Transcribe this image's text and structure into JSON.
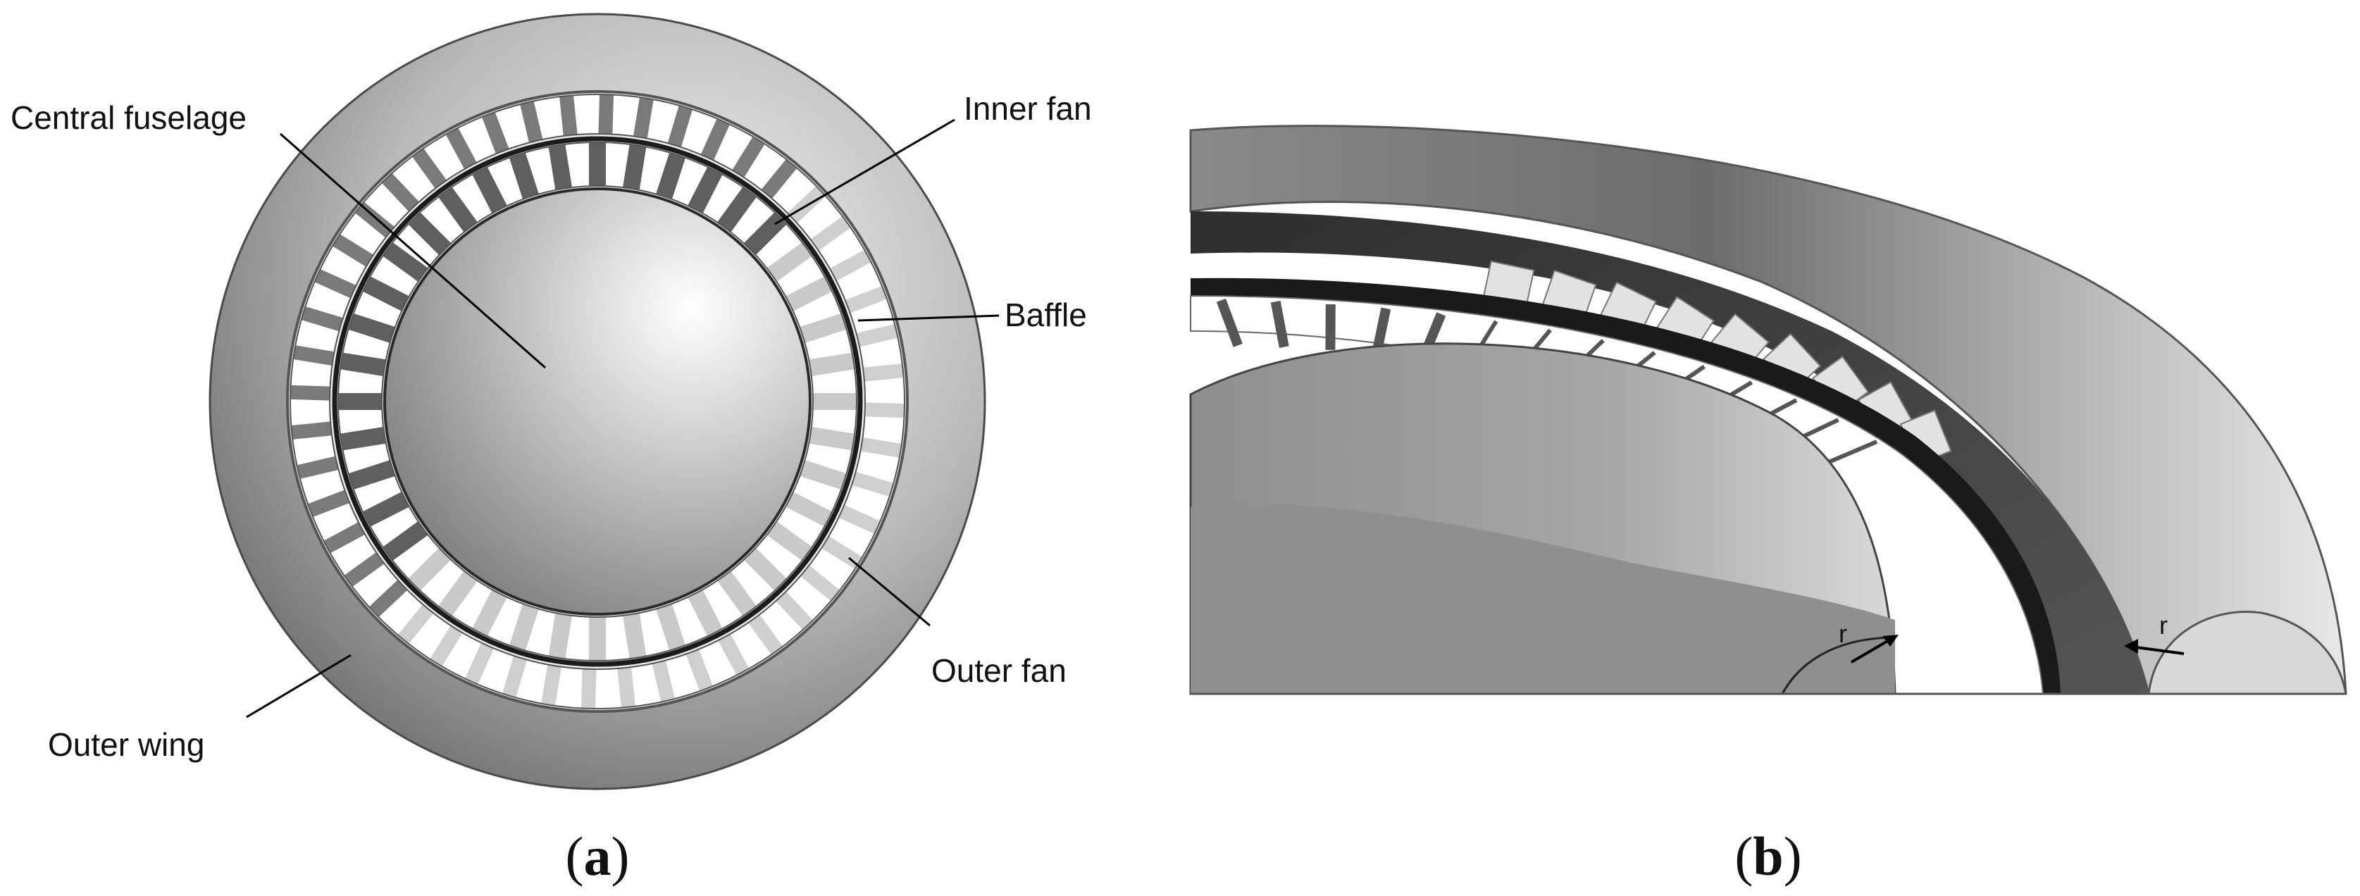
{
  "panel_a": {
    "labels": {
      "central_fuselage": "Central fuselage",
      "inner_fan": "Inner fan",
      "baffle": "Baffle",
      "outer_fan": "Outer fan",
      "outer_wing": "Outer wing"
    },
    "caption": {
      "open": "(",
      "letter": "a",
      "close": ")"
    }
  },
  "panel_b": {
    "labels": {
      "r_left": "r",
      "r_right": "r"
    },
    "caption": {
      "open": "(",
      "letter": "b",
      "close": ")"
    }
  },
  "colors": {
    "background": "#ffffff",
    "body_gray": "#9a9a9a",
    "blade_dark": "#6e6e6e",
    "blade_light": "#d6d6d6",
    "leader_line": "#000000"
  }
}
